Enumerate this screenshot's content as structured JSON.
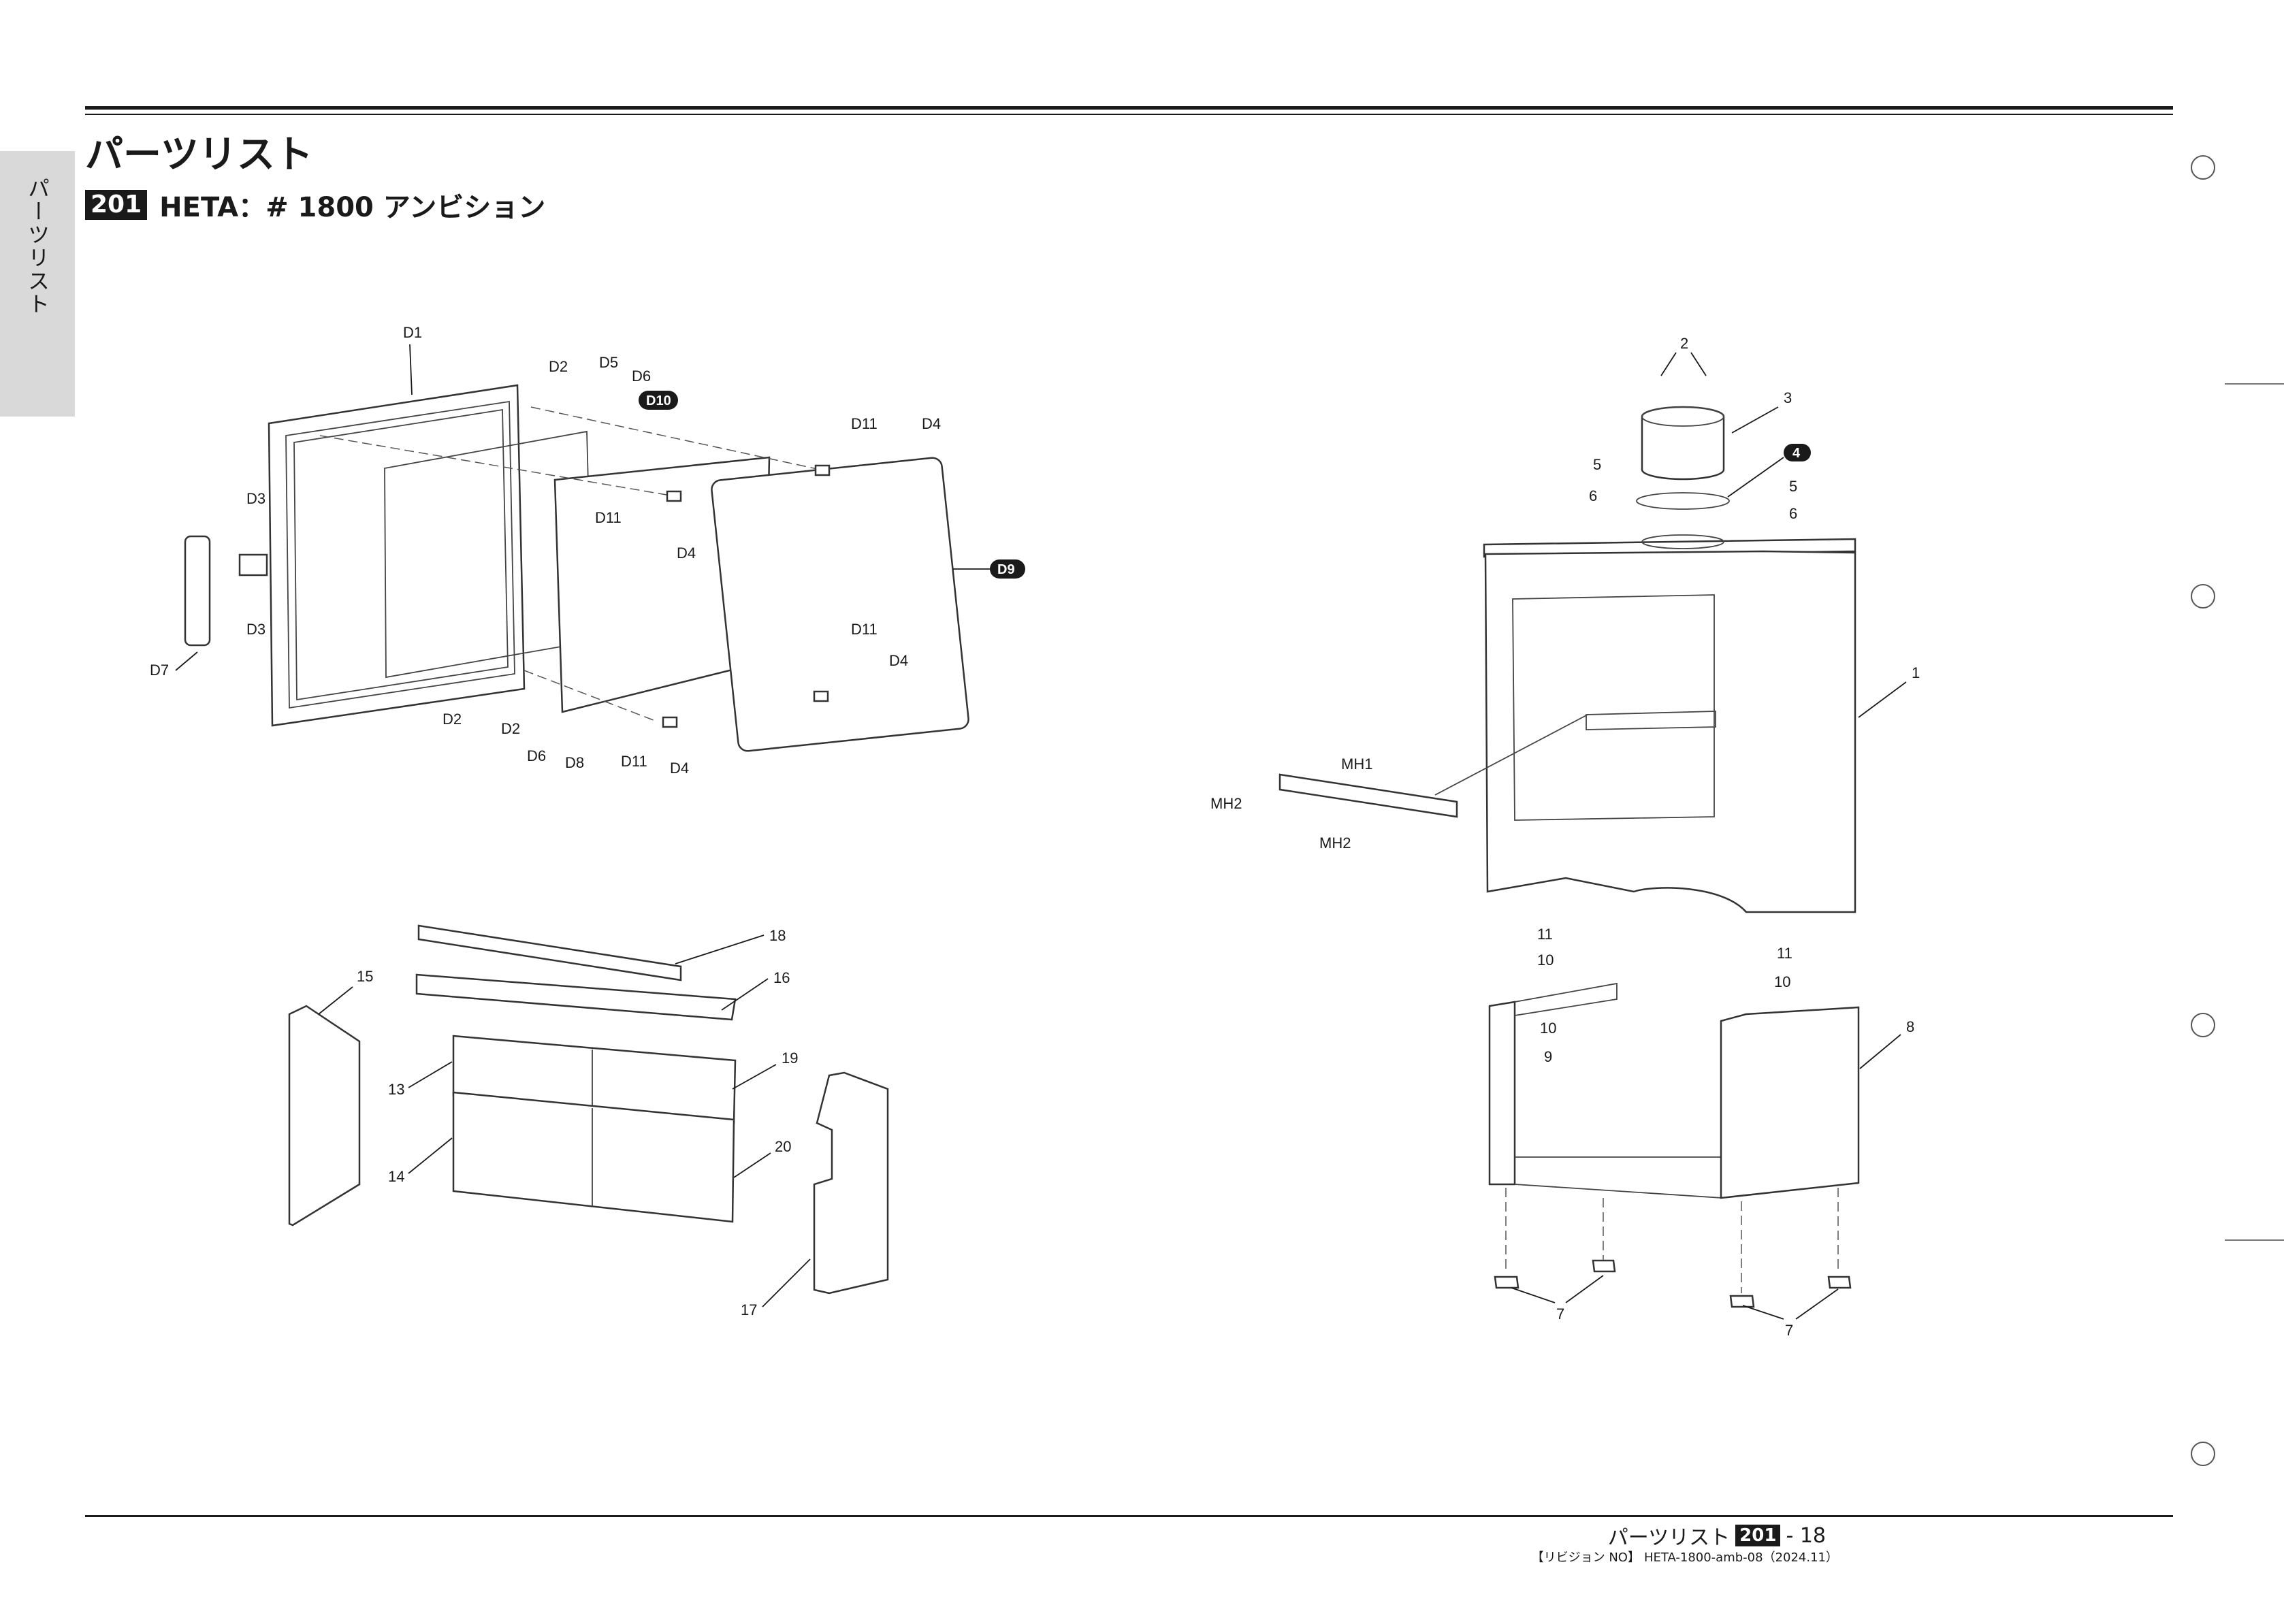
{
  "side_tab": "パーツリスト",
  "title": "パーツリスト",
  "section": {
    "badge": "201",
    "heading": "HETA：# 1800 アンビション"
  },
  "footer": {
    "label": "パーツリスト",
    "badge": "201",
    "page": "- 18",
    "revision_label": "【リビジョン NO】",
    "revision_value": "HETA-1800-amb-08（2024.11）"
  },
  "callouts": {
    "door": {
      "D1": "D1",
      "D2": "D2",
      "D3": "D3",
      "D4": "D4",
      "D5": "D5",
      "D6": "D6",
      "D7": "D7",
      "D8": "D8",
      "D9": "D9",
      "D10": "D10",
      "D11": "D11"
    },
    "liners": {
      "n13": "13",
      "n14": "14",
      "n15": "15",
      "n16": "16",
      "n17": "17",
      "n18": "18",
      "n19": "19",
      "n20": "20"
    },
    "body": {
      "n1": "1",
      "n2": "2",
      "n3": "3",
      "n4": "4",
      "n5": "5",
      "n6": "6",
      "n7": "7",
      "n8": "8",
      "n9": "9",
      "n10": "10",
      "n11": "11",
      "MH1": "MH1",
      "MH2": "MH2"
    }
  }
}
